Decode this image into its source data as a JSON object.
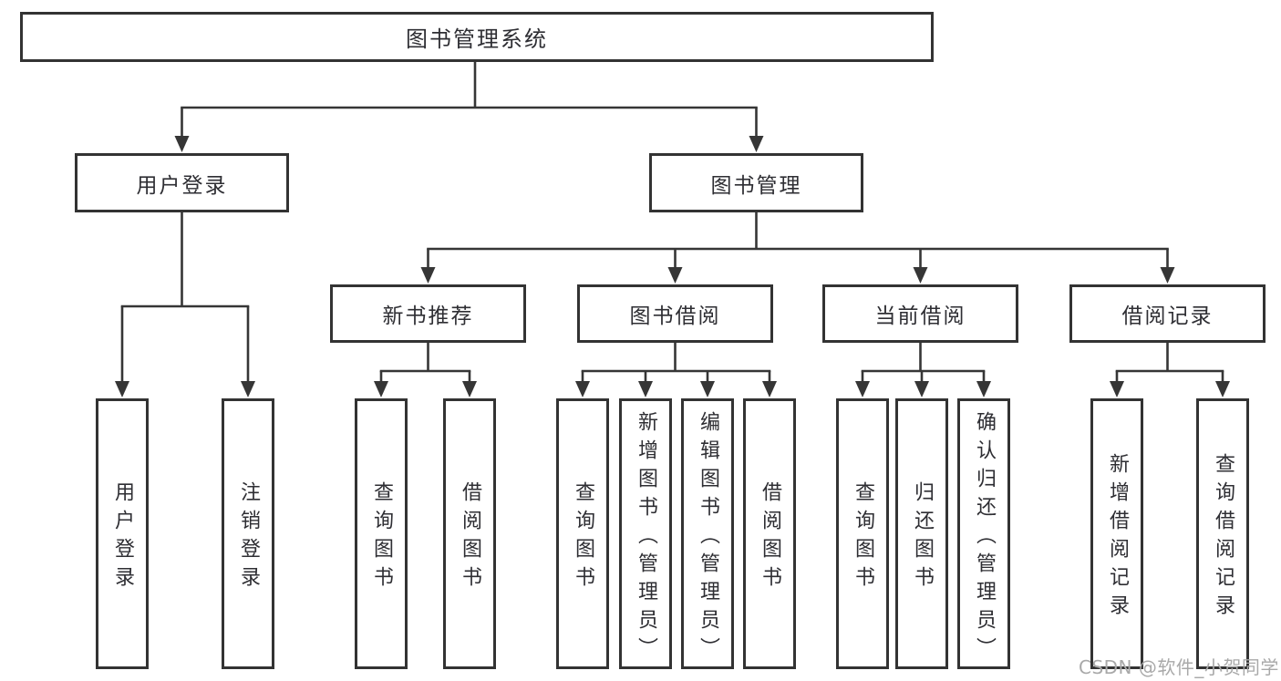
{
  "tree": {
    "root": {
      "label": "图书管理系统"
    },
    "level2": [
      {
        "label": "用户登录",
        "children": [
          "用户登录",
          "注销登录"
        ]
      },
      {
        "label": "图书管理"
      }
    ],
    "level3": [
      {
        "label": "新书推荐",
        "children": [
          "查询图书",
          "借阅图书"
        ]
      },
      {
        "label": "图书借阅",
        "children": [
          "查询图书",
          "新增图书（管理员）",
          "编辑图书（管理员）",
          "借阅图书"
        ]
      },
      {
        "label": "当前借阅",
        "children": [
          "查询图书",
          "归还图书",
          "确认归还（管理员）"
        ]
      },
      {
        "label": "借阅记录",
        "children": [
          "新增借阅记录",
          "查询借阅记录"
        ]
      }
    ]
  },
  "watermark": "CSDN @软件_小贺同学",
  "colors": {
    "line": "#363636",
    "text": "#2e2e33",
    "watermark": "#a9a9a9",
    "background": "#ffffff"
  }
}
